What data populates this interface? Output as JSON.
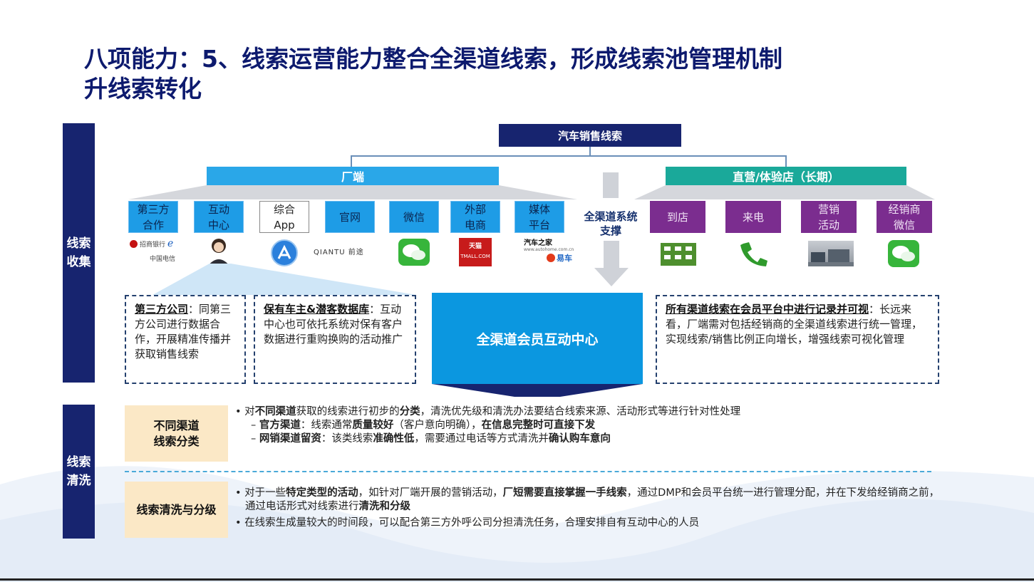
{
  "title": {
    "line1": "八项能力：5、线索运营能力整合全渠道线索，形成线索池管理机制",
    "line2": "升线索转化"
  },
  "side": {
    "collect": "线索\n收集",
    "clean": "线索\n清洗"
  },
  "top": "汽车销售线索",
  "bands": {
    "factory": "厂端",
    "direct": "直营/体验店（长期）"
  },
  "factory_channels": [
    {
      "l1": "第三方",
      "l2": "合作"
    },
    {
      "l1": "互动",
      "l2": "中心"
    },
    {
      "l1": "综合",
      "l2": "App"
    },
    {
      "l1": "官网",
      "l2": ""
    },
    {
      "l1": "微信",
      "l2": ""
    },
    {
      "l1": "外部",
      "l2": "电商"
    },
    {
      "l1": "媒体",
      "l2": "平台"
    }
  ],
  "support": {
    "l1": "全渠道系统",
    "l2": "支撑"
  },
  "direct_channels": [
    {
      "l1": "到店",
      "l2": ""
    },
    {
      "l1": "来电",
      "l2": ""
    },
    {
      "l1": "营销",
      "l2": "活动"
    },
    {
      "l1": "经销商",
      "l2": "微信"
    }
  ],
  "logos": {
    "cmb": "招商银行",
    "telecom": "中国电信",
    "qiantu": "QIANTU 前途",
    "tmall": "天猫",
    "tmall_sub": "TMALL.COM",
    "autohome": "汽车之家",
    "autohome_sub": "www.autohome.com.cn",
    "yiche": "易车"
  },
  "box1": {
    "head": "第三方公司",
    "text": "：同第三方公司进行数据合作，开展精准传播并获取销售线索"
  },
  "box2": {
    "head": "保有车主&潜客数据库",
    "text": "：互动中心也可依托系统对保有客户数据进行重购换购的活动推广"
  },
  "center": "全渠道会员互动中心",
  "box3": {
    "head": "所有渠道线索在会员平台中进行记录并可视",
    "text": "：长远来看，厂端需对包括经销商的全渠道线索进行统一管理，实现线索/销售比例正向增长，增强线索可视化管理"
  },
  "clean1": {
    "label_l1": "不同渠道",
    "label_l2": "线索分类",
    "b1_pre": "对",
    "b1_bold1": "不同渠道",
    "b1_mid": "获取的线索进行初步的",
    "b1_bold2": "分类",
    "b1_post": "，清洗优先级和清洗办法要结合线索来源、活动形式等进行针对性处理",
    "s1_bold": "官方渠道",
    "s1_mid": "：线索通常",
    "s1_bold2": "质量较好",
    "s1_mid2": "（客户意向明确），",
    "s1_bold3": "在信息完整时可直接下发",
    "s2_bold": "网销渠道留资",
    "s2_mid": "：该类线索",
    "s2_bold2": "准确性低",
    "s2_mid2": "，需要通过电话等方式清洗并",
    "s2_bold3": "确认购车意向"
  },
  "clean2": {
    "label": "线索清洗与分级",
    "b1_pre": "对于一些",
    "b1_bold1": "特定类型的活动",
    "b1_mid": "，如针对厂端开展的营销活动，",
    "b1_bold2": "厂短需要直接掌握一手线索",
    "b1_post": "，通过DMP和会员平台统一进行管理分配，并在下发给经销商之前，通过电话形式对线索进行",
    "b1_bold3": "清洗和分级",
    "b2": "在线索生成量较大的时间段，可以配合第三方外呼公司分担清洗任务，合理安排自有互动中心的人员"
  },
  "colors": {
    "navy": "#17246f",
    "blue": "#1e9ce6",
    "teal": "#1aa99a",
    "purple": "#7b2d8f",
    "yellow": "#fbe8c6"
  }
}
